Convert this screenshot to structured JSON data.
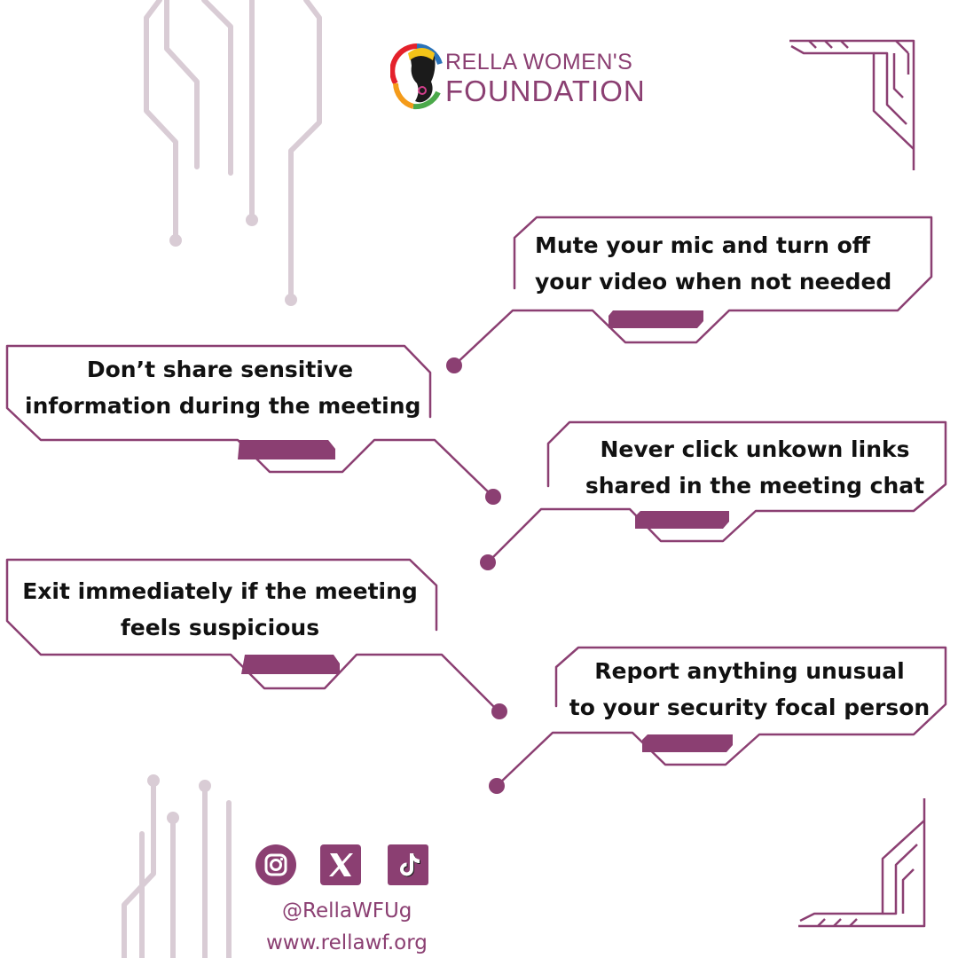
{
  "brand": {
    "line1": "RELLA WOMEN'S",
    "line2": "FOUNDATION",
    "logo_icon": "woman-silhouette-headwrap-icon"
  },
  "tips": [
    {
      "line1": "Mute your mic and turn off",
      "line2": "your video when not needed"
    },
    {
      "line1": "Don’t share sensitive",
      "line2": "information during the meeting"
    },
    {
      "line1": "Never click unkown links",
      "line2": "shared in the meeting chat"
    },
    {
      "line1": "Exit immediately if the meeting",
      "line2": "feels suspicious"
    },
    {
      "line1": "Report anything unusual",
      "line2": "to your security focal person"
    }
  ],
  "social": {
    "icons": [
      "instagram-icon",
      "x-icon",
      "tiktok-icon"
    ],
    "handle": "@RellaWFUg",
    "website": "www.rellawf.org"
  },
  "colors": {
    "accent": "#8b3f72",
    "decor": "#d9ccd5",
    "text": "#111111"
  }
}
